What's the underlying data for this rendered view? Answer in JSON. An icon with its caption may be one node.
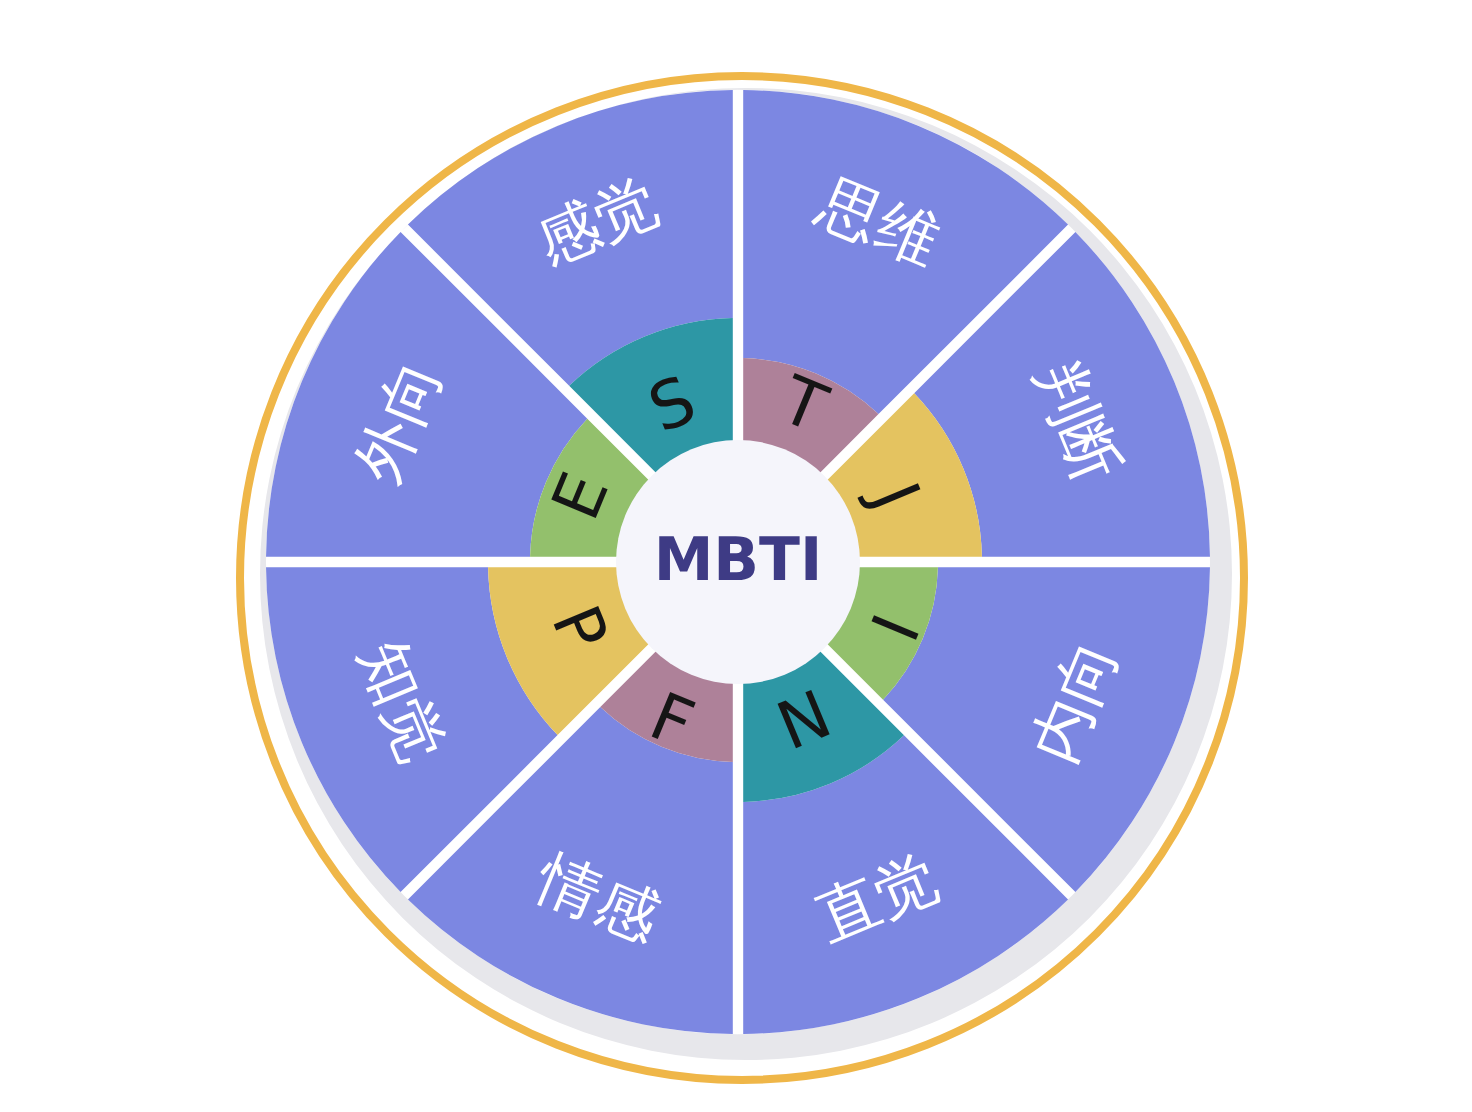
{
  "diagram": {
    "nodes": [
      {
        "text": [
          "感觉"
        ]
      },
      {
        "text": [
          "思维"
        ]
      },
      {
        "text": [
          "判断"
        ]
      },
      {
        "text": [
          "内向"
        ]
      },
      {
        "text": [
          "直觉"
        ]
      },
      {
        "text": [
          "情感"
        ]
      },
      {
        "text": [
          "知觉"
        ]
      },
      {
        "text": [
          "外向"
        ]
      },
      {
        "text": [
          "S"
        ]
      },
      {
        "text": [
          "T"
        ]
      },
      {
        "text": [
          "J"
        ]
      },
      {
        "text": [
          "I"
        ]
      },
      {
        "text": [
          "N"
        ]
      },
      {
        "text": [
          "F"
        ]
      },
      {
        "text": [
          "P"
        ]
      },
      {
        "text": [
          "E"
        ]
      },
      {
        "text": [
          "MBTI"
        ]
      }
    ]
  }
}
